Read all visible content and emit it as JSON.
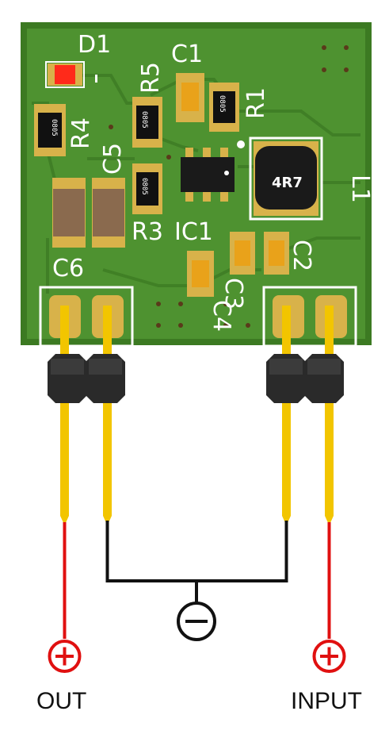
{
  "components": {
    "d1": "D1",
    "c1": "C1",
    "r5": "R5",
    "r1": "R1",
    "r4": "R4",
    "c5": "C5",
    "l1": "L1",
    "r3": "R3",
    "ic1": "IC1",
    "c6": "C6",
    "c2": "C2",
    "c3": "C3",
    "c4": "C4"
  },
  "package_marking": "0805",
  "inductor_marking": "4R7",
  "terminals": {
    "out": "OUT",
    "input": "INPUT",
    "plus_symbol": "+",
    "minus_symbol": "−"
  },
  "colors": {
    "pcb": "#4a8a2c",
    "pcb_trace": "#3f7a25",
    "pad_gold": "#d8b24a",
    "pin_gold": "#f2c500",
    "positive_wire": "#e01010",
    "negative_wire": "#111111",
    "led": "#ff2a1a"
  }
}
